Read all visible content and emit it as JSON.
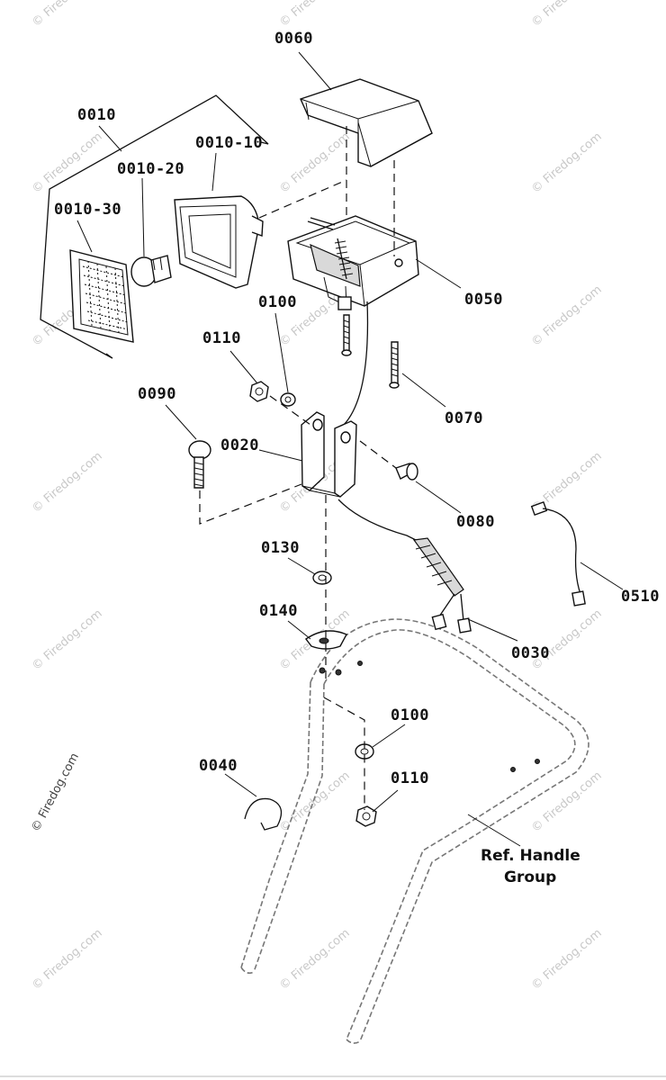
{
  "parts": {
    "p0060": "0060",
    "p0010": "0010",
    "p0010_10": "0010-10",
    "p0010_20": "0010-20",
    "p0010_30": "0010-30",
    "p0050": "0050",
    "p0100_top": "0100",
    "p0110_top": "0110",
    "p0090": "0090",
    "p0070": "0070",
    "p0020": "0020",
    "p0080": "0080",
    "p0130": "0130",
    "p0510": "0510",
    "p0140": "0140",
    "p0030": "0030",
    "p0100_bot": "0100",
    "p0040": "0040",
    "p0110_bot": "0110"
  },
  "reference": {
    "line1": "Ref. Handle",
    "line2": "Group"
  },
  "watermark": {
    "text": "© Firedog.com"
  }
}
